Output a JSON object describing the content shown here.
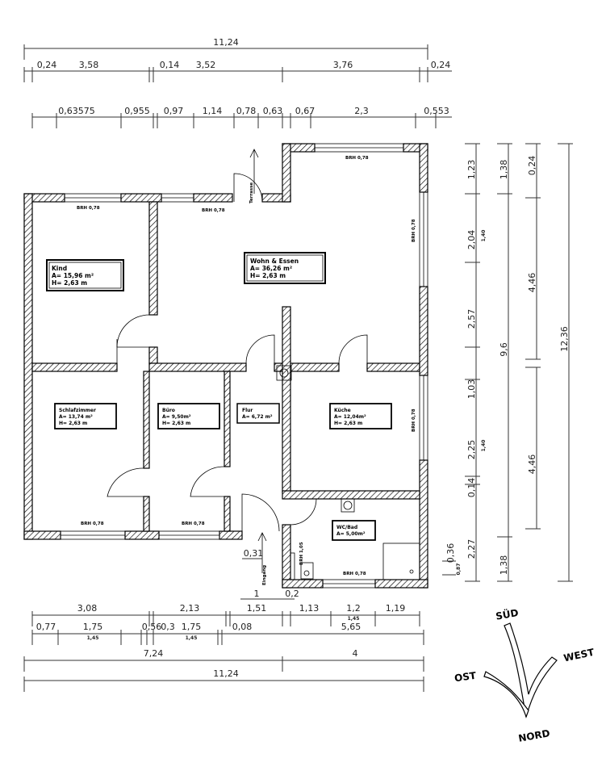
{
  "dimensions": {
    "top_total": "11,24",
    "top_row2": [
      "0,24",
      "3,58",
      "0,14",
      "3,52",
      "3,76",
      "0,24"
    ],
    "top_row3": [
      "0,63575",
      "0,955",
      "0,97",
      "1,14",
      "0,78",
      "0,63",
      "0,67",
      "2,3",
      "0,553"
    ],
    "right_col1": [
      "1,23",
      "2,04",
      "2,57",
      "1,03",
      "2,25",
      "0,14",
      "2,27"
    ],
    "right_col1_sub": [
      "1,40",
      "1,40"
    ],
    "right_col2": [
      "1,38",
      "9,6",
      "1,38"
    ],
    "right_col3": [
      "0,24",
      "4,46",
      "4,46"
    ],
    "right_total": "12,36",
    "right_small": [
      "0,36",
      "0,87"
    ],
    "bottom_row0": [
      "1",
      "0,2"
    ],
    "bottom_row1": [
      "3,08",
      "2,13",
      "1,51",
      "1,13",
      "1,2",
      "1,19"
    ],
    "bottom_row1_sub": [
      "1,45"
    ],
    "bottom_row2": [
      "0,77",
      "1,75",
      "0,56",
      "0,3",
      "1,75",
      "0,08",
      "5,65"
    ],
    "bottom_row2_sub": [
      "1,45",
      "1,45"
    ],
    "bottom_row3": [
      "7,24",
      "4"
    ],
    "bottom_total": "11,24",
    "entrance_offset": "0,31"
  },
  "rooms": [
    {
      "name": "Kind",
      "area": "A= 15,96 m²",
      "height": "H= 2,63 m"
    },
    {
      "name": "Wohn & Essen",
      "area": "A= 36,26 m²",
      "height": "H= 2,63 m"
    },
    {
      "name": "Schlafzimmer",
      "area": "A= 13,74 m²",
      "height": "H= 2,63 m"
    },
    {
      "name": "Büro",
      "area": "A= 9,50m²",
      "height": "H= 2,63 m"
    },
    {
      "name": "Flur",
      "area": "A= 6,72 m²"
    },
    {
      "name": "Küche",
      "area": "A= 12,04m²",
      "height": "H= 2,63 m"
    },
    {
      "name": "WC/Bad",
      "area": "A= 5,00m²"
    }
  ],
  "window_labels": [
    "BRH 0,78",
    "BRH 0,78",
    "BRH 0,78",
    "BRH 0,78",
    "BRH 0,78",
    "BRH 0,78",
    "BRH 0,78",
    "BRH 0,78",
    "BRH 1,05"
  ],
  "door_labels": {
    "terrace": "Terrasse",
    "entrance": "Eingang"
  },
  "compass": {
    "south": "SÜD",
    "west": "WEST",
    "east": "OST",
    "north": "NORD"
  }
}
